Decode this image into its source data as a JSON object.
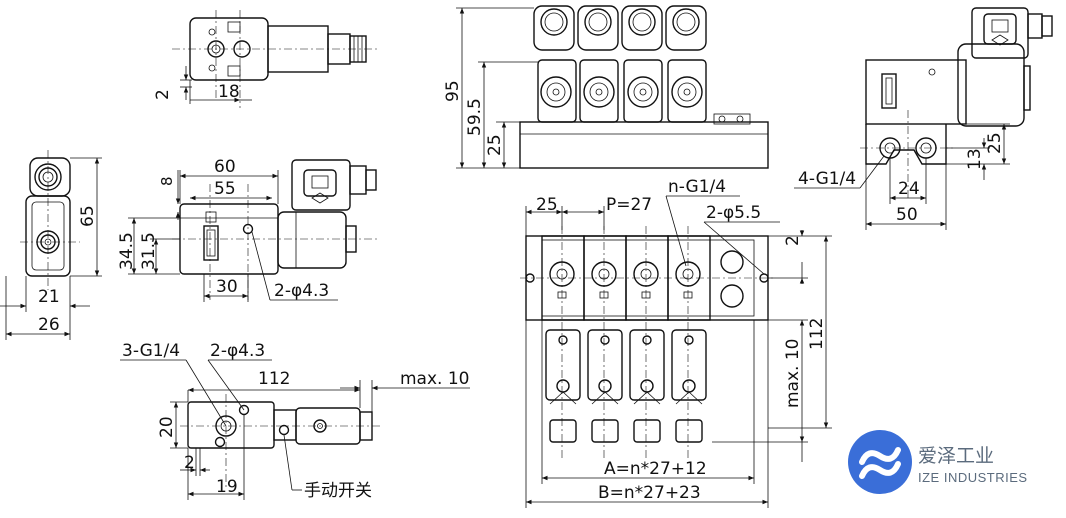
{
  "top_view": {
    "dim_2": "2",
    "dim_18": "18"
  },
  "end_view": {
    "dim_65": "65",
    "dim_21": "21",
    "dim_26": "26"
  },
  "side_view": {
    "dim_60": "60",
    "dim_55": "55",
    "dim_8": "8",
    "dim_34_5": "34.5",
    "dim_31_5": "31.5",
    "dim_30": "30",
    "hole_label": "2-φ4.3"
  },
  "bottom_view": {
    "port_label": "3-G1/4",
    "hole_label": "2-φ4.3",
    "dim_112": "112",
    "dim_max10": "max. 10",
    "dim_20": "20",
    "dim_2": "2",
    "dim_19": "19",
    "manual_switch": "手动开关"
  },
  "manifold_front": {
    "dim_95": "95",
    "dim_59_5": "59.5",
    "dim_25": "25"
  },
  "manifold_plan": {
    "dim_25": "25",
    "pitch": "P=27",
    "port_label": "n-G1/4",
    "hole_label": "2-φ5.5",
    "dim_2": "2",
    "dim_max10": "max. 10",
    "dim_112": "112",
    "formula_a": "A=n*27+12",
    "formula_b": "B=n*27+23"
  },
  "right_view": {
    "port_label": "4-G1/4",
    "dim_24": "24",
    "dim_50": "50",
    "dim_13": "13",
    "dim_25": "25"
  },
  "logo": {
    "name_cn": "爱泽工业",
    "name_en": "IZE INDUSTRIES",
    "color": "#3a6ed8"
  }
}
